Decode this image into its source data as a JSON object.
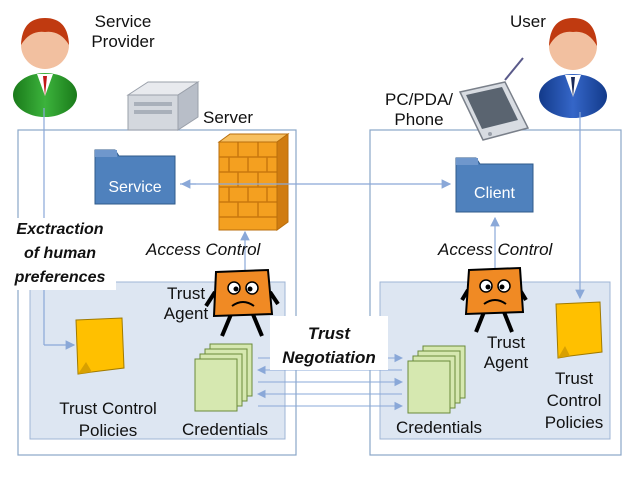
{
  "actors": {
    "service_provider": "Service\nProvider",
    "user": "User"
  },
  "devices": {
    "server": "Server",
    "client_device": "PC/PDA/\nPhone"
  },
  "left": {
    "service": "Service",
    "access_control": "Access Control",
    "trust_agent": "Trust\nAgent",
    "policies": "Trust Control\nPolicies",
    "credentials": "Credentials"
  },
  "right": {
    "client": "Client",
    "access_control": "Access Control",
    "trust_agent": "Trust\nAgent",
    "policies": "Trust\nControl\nPolicies",
    "credentials": "Credentials"
  },
  "middle": {
    "extraction": "Exctraction\nof human\npreferences",
    "negotiation": "Trust\nNegotiation"
  },
  "colors": {
    "outer_border": "#8aa6c8",
    "inner_fill": "#dde6f2",
    "box_fill": "#4f81bd",
    "arrow": "#8aa8d8",
    "policy_fill": "#ffc000",
    "credential_fill": "#d6e8b0",
    "agent_fill": "#f08a24",
    "firewall": "#f4a020"
  }
}
